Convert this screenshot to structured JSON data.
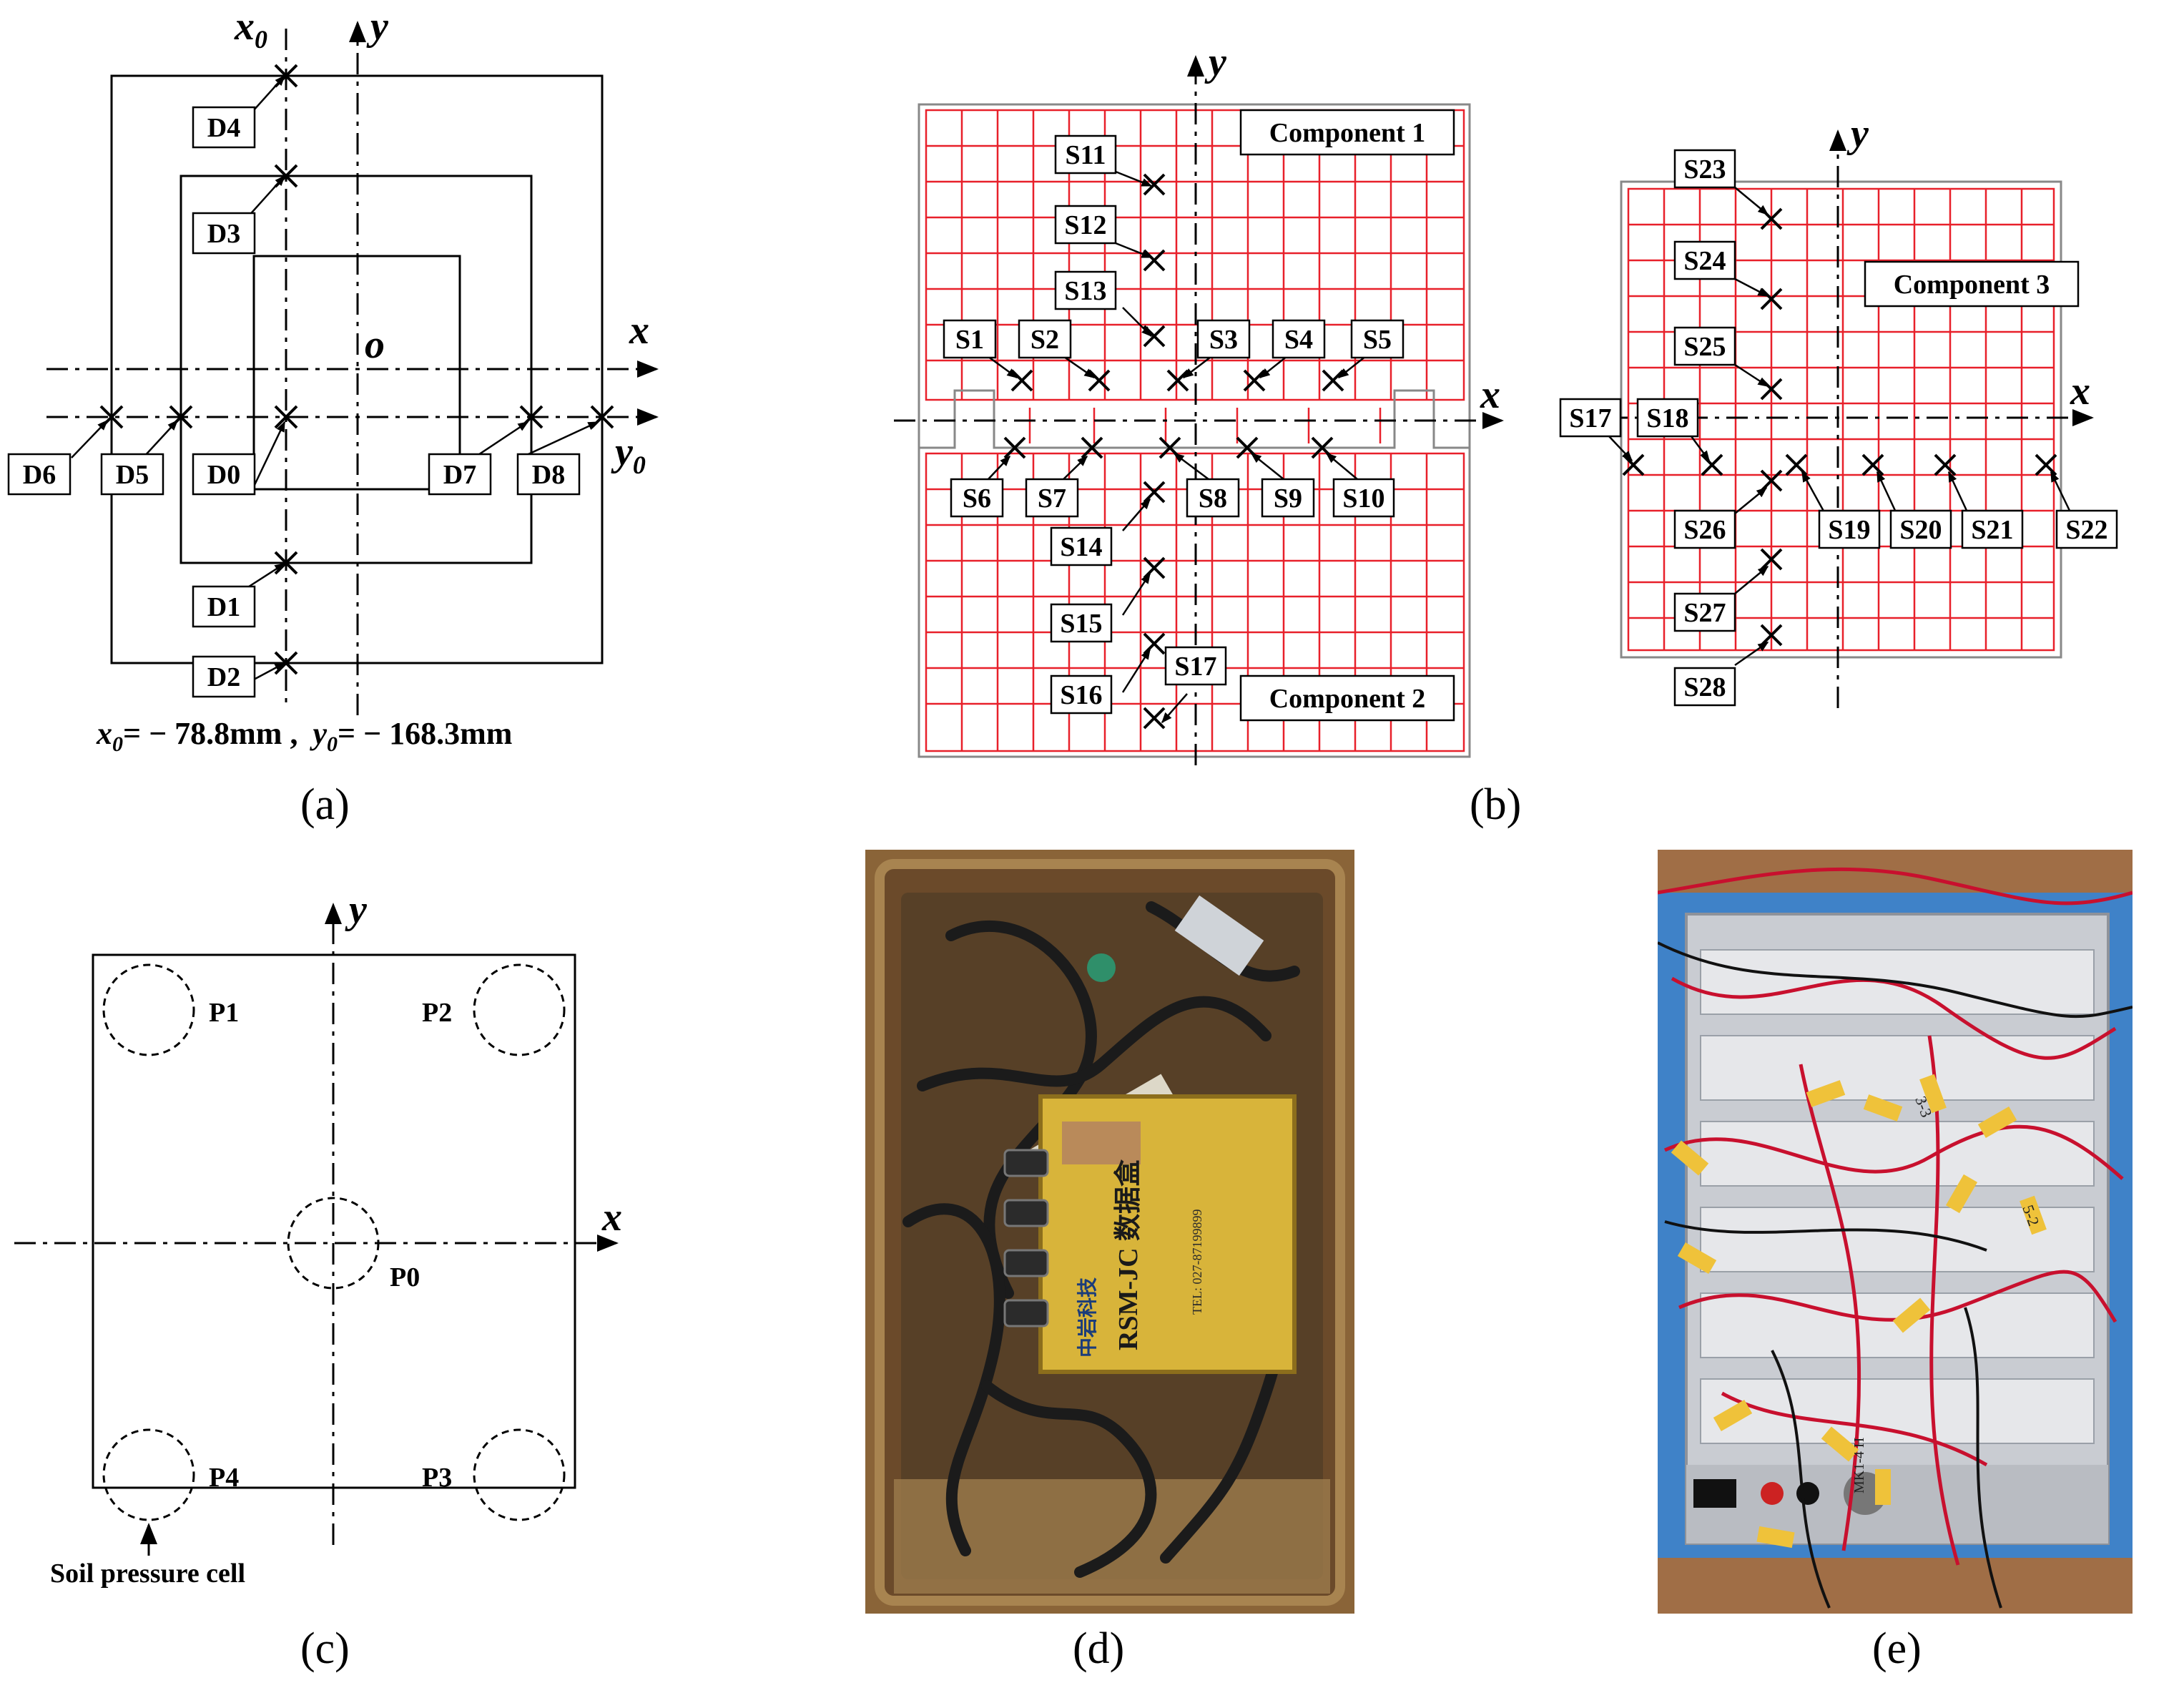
{
  "panel_a": {
    "axis_x0": "x",
    "axis_x0_sub": "0",
    "axis_y": "y",
    "axis_x": "x",
    "axis_y0": "y",
    "axis_y0_sub": "0",
    "origin": "o",
    "labels": [
      "D4",
      "D3",
      "D6",
      "D5",
      "D0",
      "D7",
      "D8",
      "D1",
      "D2"
    ],
    "note_x0_var": "x",
    "note_x0_sub": "0",
    "note_x0_val": "= − 78.8mm ,",
    "note_y0_var": "y",
    "note_y0_sub": "0",
    "note_y0_val": "= − 168.3mm",
    "caption": "(a)"
  },
  "panel_b": {
    "axis_y": "y",
    "axis_x": "x",
    "component1": "Component 1",
    "component2": "Component 2",
    "component3": "Component 3",
    "labels_left": [
      "S11",
      "S12",
      "S13",
      "S1",
      "S2",
      "S3",
      "S4",
      "S5",
      "S6",
      "S7",
      "S8",
      "S9",
      "S10",
      "S14",
      "S15",
      "S16",
      "S17"
    ],
    "labels_right": [
      "S23",
      "S24",
      "S25",
      "S17",
      "S18",
      "S26",
      "S19",
      "S20",
      "S21",
      "S22",
      "S27",
      "S28"
    ],
    "axis_y_right": "y",
    "axis_x_right": "x",
    "caption": "(b)"
  },
  "panel_c": {
    "axis_y": "y",
    "axis_x": "x",
    "labels": [
      "P1",
      "P2",
      "P0",
      "P4",
      "P3"
    ],
    "cell_label": "Soil pressure cell",
    "caption": "(c)"
  },
  "panel_d": {
    "box_text": "RSM-JC 数据盒",
    "brand_text": "中岩科技",
    "tel_text": "TEL: 027-87199899",
    "caption": "(d)"
  },
  "panel_e": {
    "tags": [
      "3-3",
      "5-2",
      "MK1-4 H"
    ],
    "caption": "(e)"
  },
  "colors": {
    "grid_red": "#e8202a",
    "line": "#000000",
    "photo_rust": "#7a5a34",
    "yellow_box": "#d8b43a",
    "panel_grey": "#c9ccd2",
    "frame_blue": "#3f82c8"
  }
}
